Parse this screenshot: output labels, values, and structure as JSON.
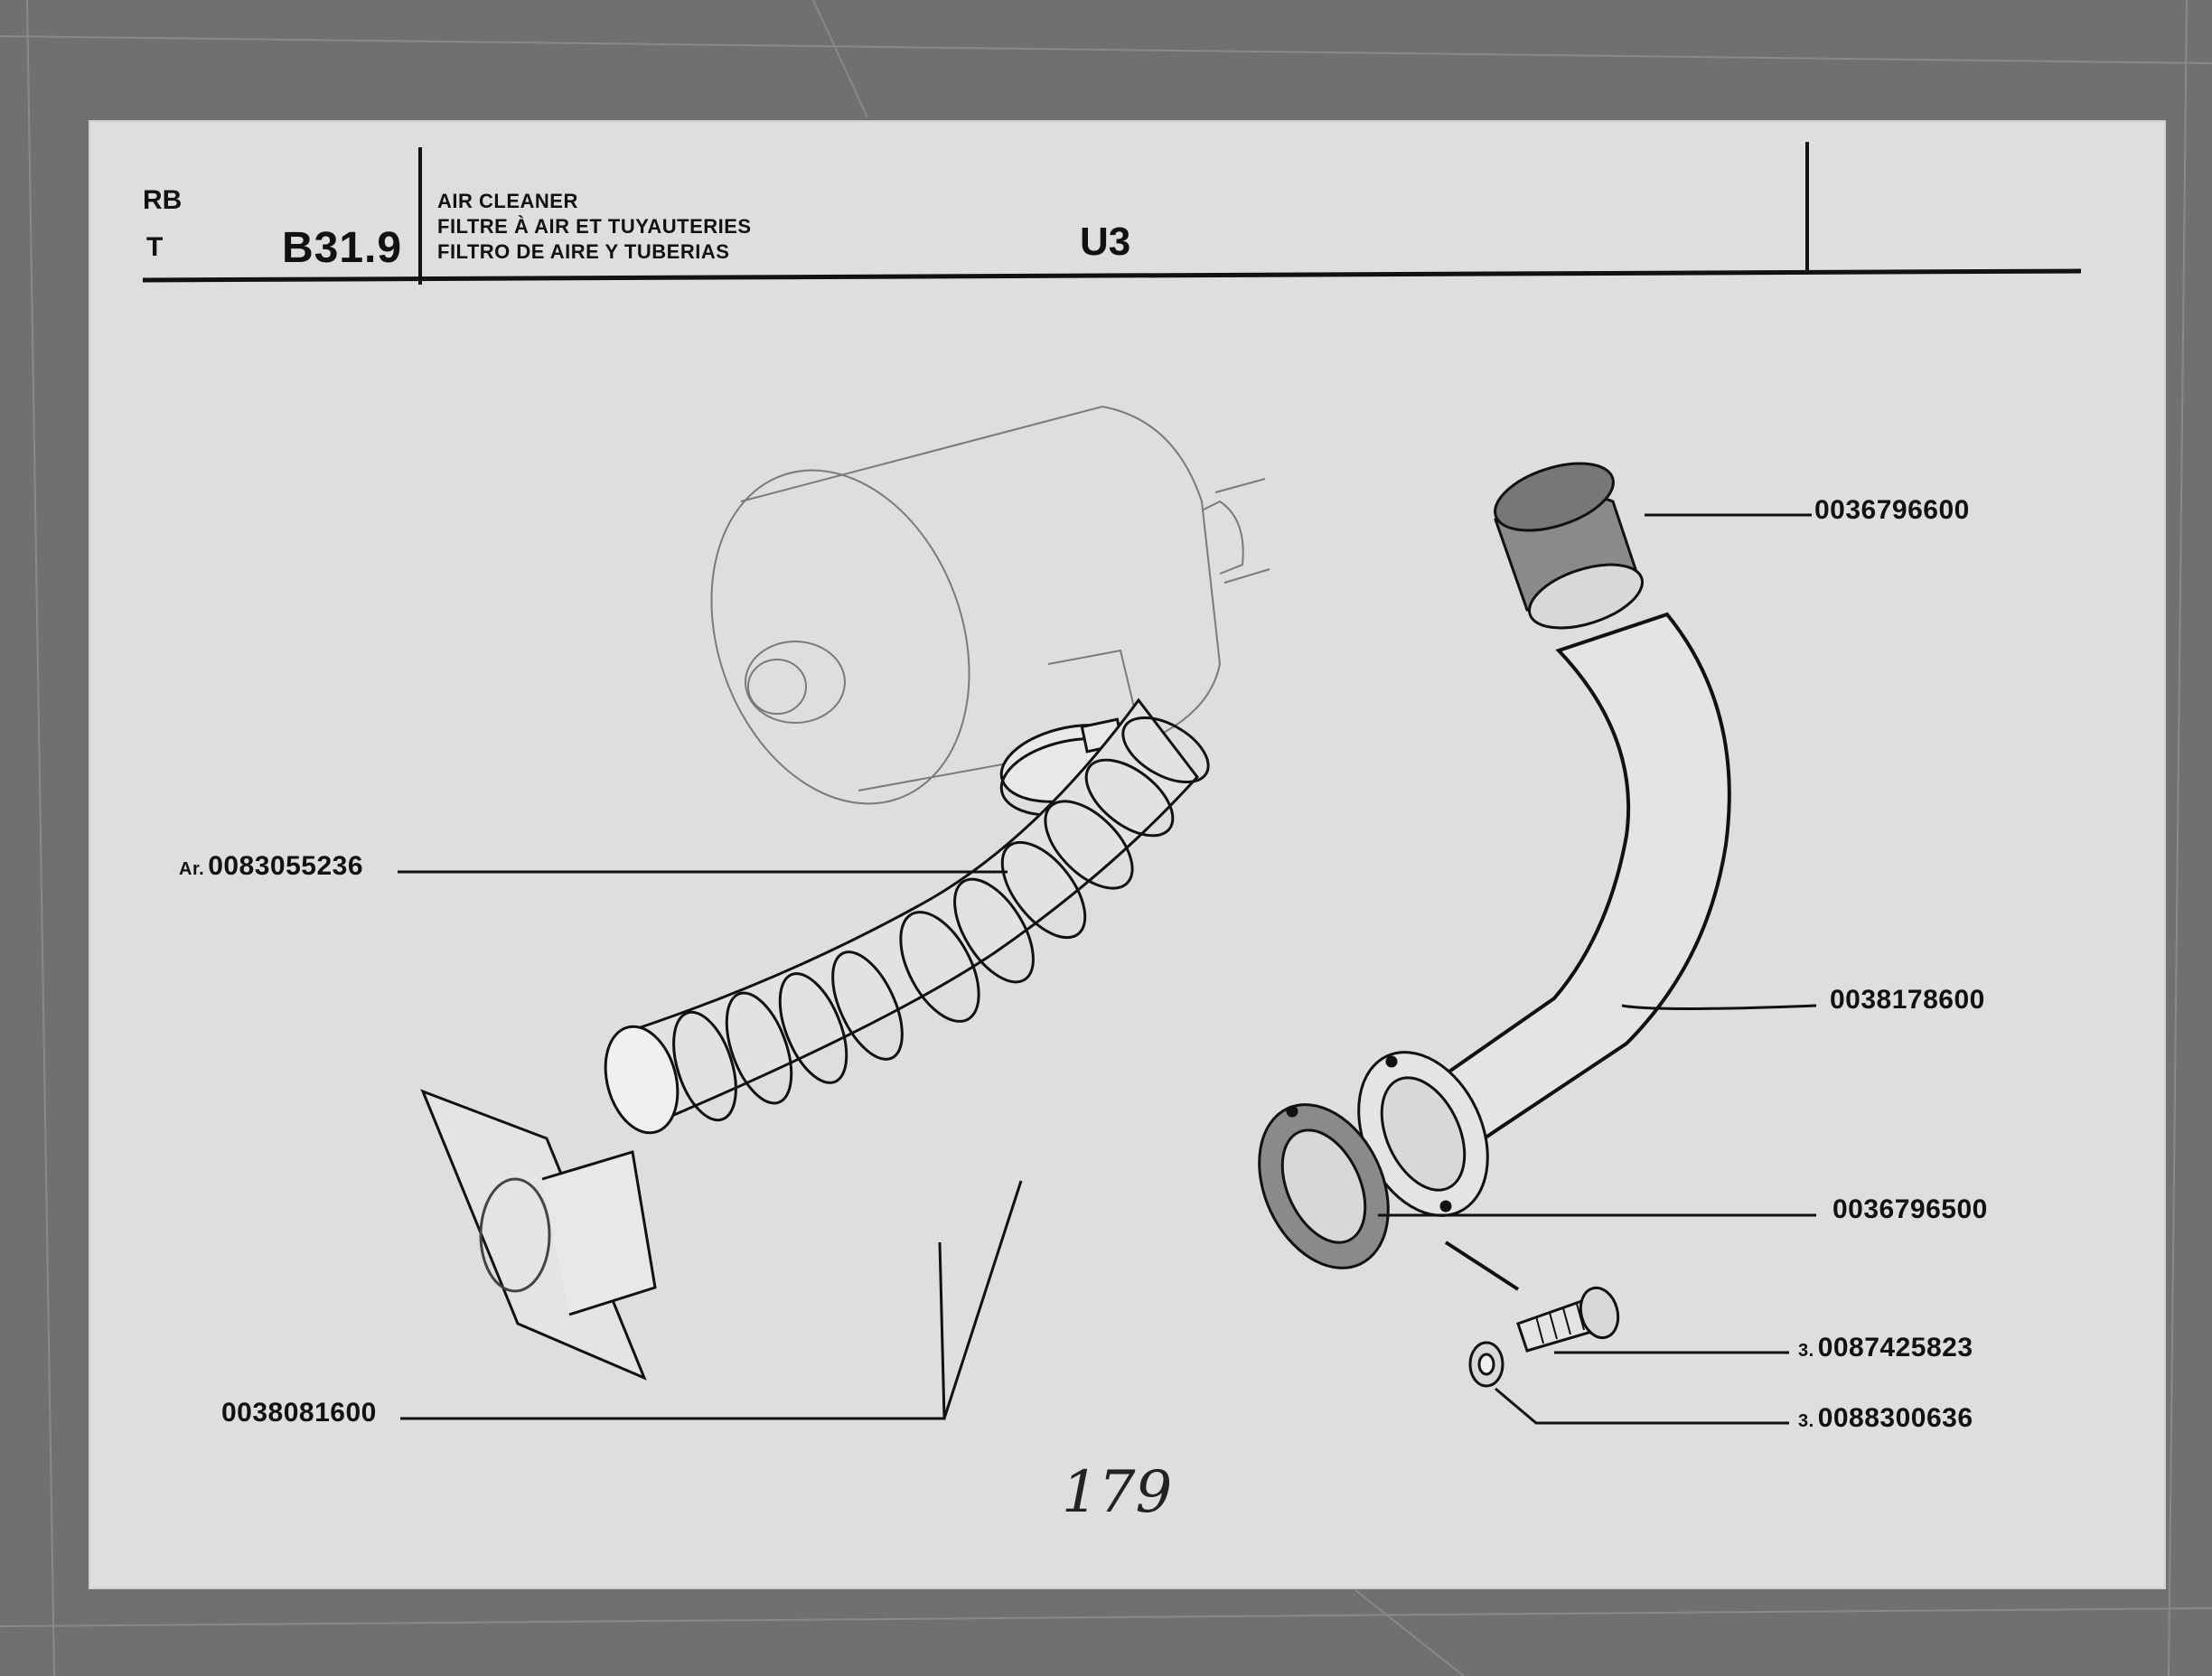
{
  "header": {
    "code_rb": "RB",
    "code_t": "T",
    "section": "B31.9",
    "title_en": "AIR CLEANER",
    "title_fr": "FILTRE À AIR ET TUYAUTERIES",
    "title_es": "FILTRO DE AIRE Y TUBERIAS",
    "model": "U3"
  },
  "parts": {
    "p1": {
      "prefix": "",
      "number": "0036796600"
    },
    "p2": {
      "prefix": "Ar.",
      "number": "0083055236"
    },
    "p3": {
      "prefix": "",
      "number": "0038178600"
    },
    "p4": {
      "prefix": "",
      "number": "0036796500"
    },
    "p5": {
      "prefix": "3.",
      "number": "0087425823"
    },
    "p6": {
      "prefix": "3.",
      "number": "0088300636"
    },
    "p7": {
      "prefix": "",
      "number": "0038081600"
    }
  },
  "page_number": "179"
}
